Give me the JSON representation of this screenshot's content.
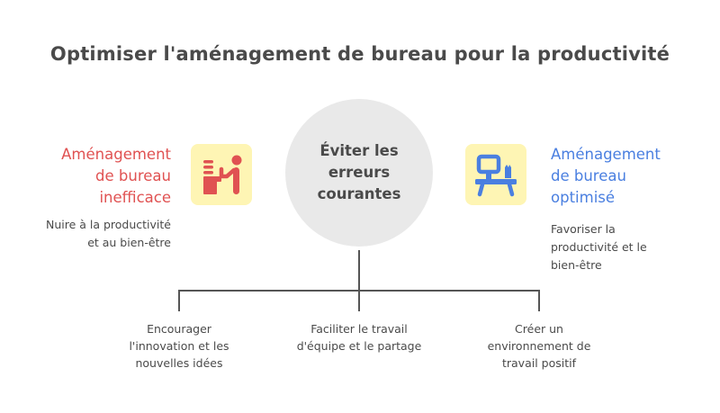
{
  "title": "Optimiser l'aménagement de bureau pour la productivité",
  "left": {
    "heading_lines": [
      "Aménagement",
      "de bureau",
      "inefficace"
    ],
    "description_lines": [
      "Nuire à la productivité",
      "et au bien-être"
    ],
    "icon": "person-at-desk-icon",
    "color": "#e05252"
  },
  "right": {
    "heading_lines": [
      "Aménagement",
      "de bureau",
      "optimisé"
    ],
    "description_lines": [
      "Favoriser la",
      "productivité et le",
      "bien-être"
    ],
    "icon": "computer-desk-icon",
    "color": "#4a7fe0"
  },
  "center": {
    "lines": [
      "Éviter les",
      "erreurs",
      "courantes"
    ],
    "background": "#e9e9e9"
  },
  "branches": [
    {
      "lines": [
        "Encourager",
        "l'innovation et les",
        "nouvelles idées"
      ]
    },
    {
      "lines": [
        "Faciliter le travail",
        "d'équipe et le partage"
      ]
    },
    {
      "lines": [
        "Créer un",
        "environnement de",
        "travail positif"
      ]
    }
  ],
  "colors": {
    "icon_box_background": "#fef5b4",
    "text": "#4a4a4a",
    "connector": "#555555"
  }
}
